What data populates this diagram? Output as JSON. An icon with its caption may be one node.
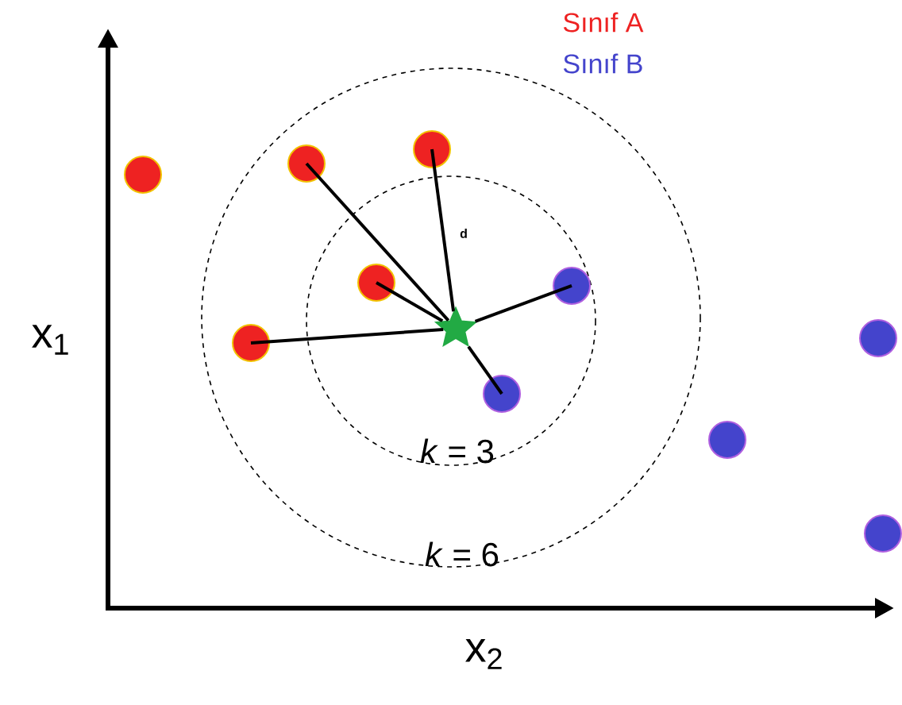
{
  "diagram": {
    "nodes": [
      {
        "text": [],
        "shape": "circle"
      },
      {
        "text": [],
        "shape": "circle"
      },
      {
        "text": [],
        "shape": "circle"
      },
      {
        "text": [],
        "shape": "circle"
      },
      {
        "text": [],
        "shape": "circle"
      },
      {
        "text": [],
        "shape": "circle"
      },
      {
        "text": [],
        "shape": "star"
      },
      {
        "text": [],
        "shape": "circle"
      },
      {
        "text": [],
        "shape": "circle"
      },
      {
        "text": [],
        "shape": "circle"
      },
      {
        "text": [],
        "shape": "circle"
      }
    ],
    "edges": [
      {
        "from": 6,
        "to": 1,
        "arrow": "none"
      },
      {
        "from": 6,
        "to": 2,
        "arrow": "none"
      },
      {
        "from": 6,
        "to": 3,
        "arrow": "none"
      },
      {
        "from": 6,
        "to": 5,
        "arrow": "none"
      },
      {
        "from": 6,
        "to": 4,
        "arrow": "none"
      },
      {
        "from": 6,
        "to": 8,
        "arrow": "none"
      }
    ],
    "labels": [
      "d",
      "*k* = 3",
      "*k* = 6",
      "x$_{1}$",
      "x$_{2}$"
    ],
    "legend": [
      {
        "text": "Sınıf A",
        "color": "#ee2222"
      },
      {
        "text": "Sınıf B",
        "color": "#4444cc"
      }
    ]
  }
}
